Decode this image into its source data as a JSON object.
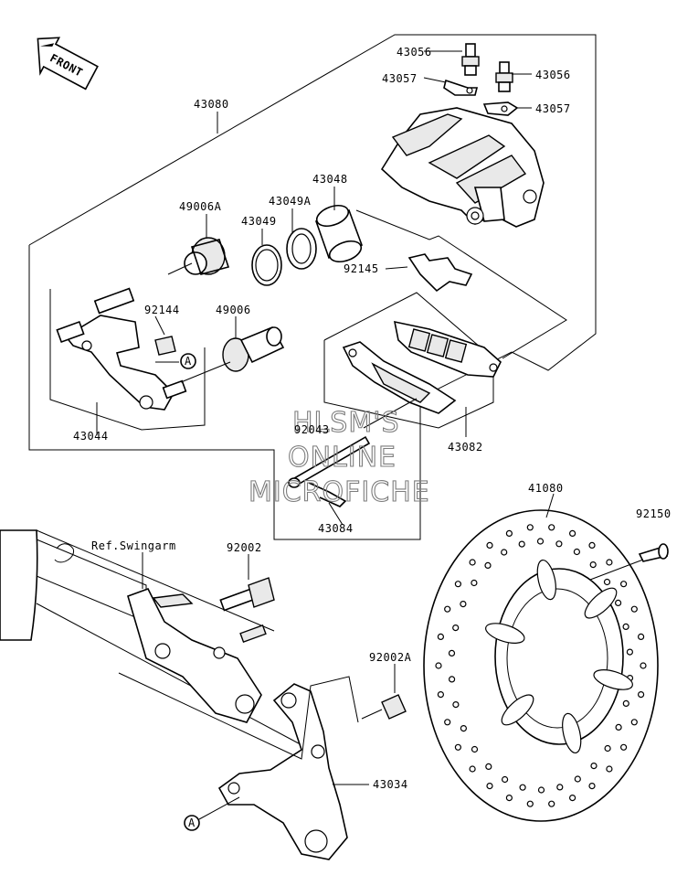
{
  "front_badge": "FRONT",
  "watermark": {
    "line1": "HLSM'S",
    "line2": "ONLINE",
    "line3": "MICROFICHE"
  },
  "labels": {
    "p43080": "43080",
    "p43056a": "43056",
    "p43056b": "43056",
    "p43057a": "43057",
    "p43057b": "43057",
    "p43048": "43048",
    "p43049A": "43049A",
    "p43049": "43049",
    "p49006A": "49006A",
    "p92145": "92145",
    "p92144": "92144",
    "p49006": "49006",
    "p43044": "43044",
    "p92043": "92043",
    "p43082": "43082",
    "p43084": "43084",
    "p41080": "41080",
    "p92150": "92150",
    "ref_swingarm": "Ref.Swingarm",
    "p92002": "92002",
    "p92002A": "92002A",
    "p43034": "43034",
    "callout_a1": "A",
    "callout_a2": "A"
  }
}
